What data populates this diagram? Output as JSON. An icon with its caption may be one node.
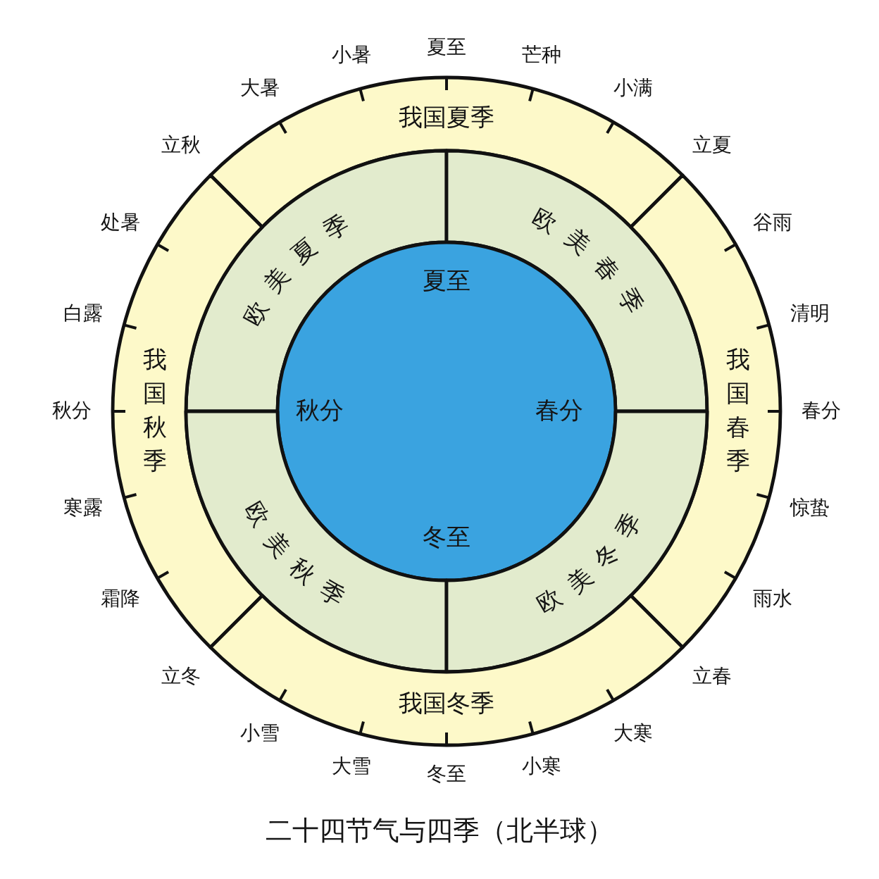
{
  "diagram": {
    "caption": "二十四节气与四季（北半球）",
    "nodes": [
      {
        "text": [
          "我国夏季"
        ]
      },
      {
        "text": [
          "欧美夏季"
        ]
      },
      {
        "text": [
          "欧美春季"
        ]
      },
      {
        "text": [
          "夏至",
          "秋分",
          "春分",
          "冬至"
        ]
      },
      {
        "text": [
          "我国秋季"
        ]
      },
      {
        "text": [
          "我国春季"
        ]
      },
      {
        "text": [
          "欧美秋季"
        ]
      },
      {
        "text": [
          "欧美冬季"
        ]
      },
      {
        "text": [
          "我国冬季"
        ]
      }
    ],
    "labels": [
      "夏至",
      "芒种",
      "小满",
      "立夏",
      "谷雨",
      "清明",
      "春分",
      "惊蛰",
      "雨水",
      "立春",
      "大寒",
      "小寒",
      "冬至",
      "大雪",
      "小雪",
      "立冬",
      "霜降",
      "寒露",
      "秋分",
      "白露",
      "处暑",
      "立秋",
      "大暑",
      "小暑"
    ]
  }
}
